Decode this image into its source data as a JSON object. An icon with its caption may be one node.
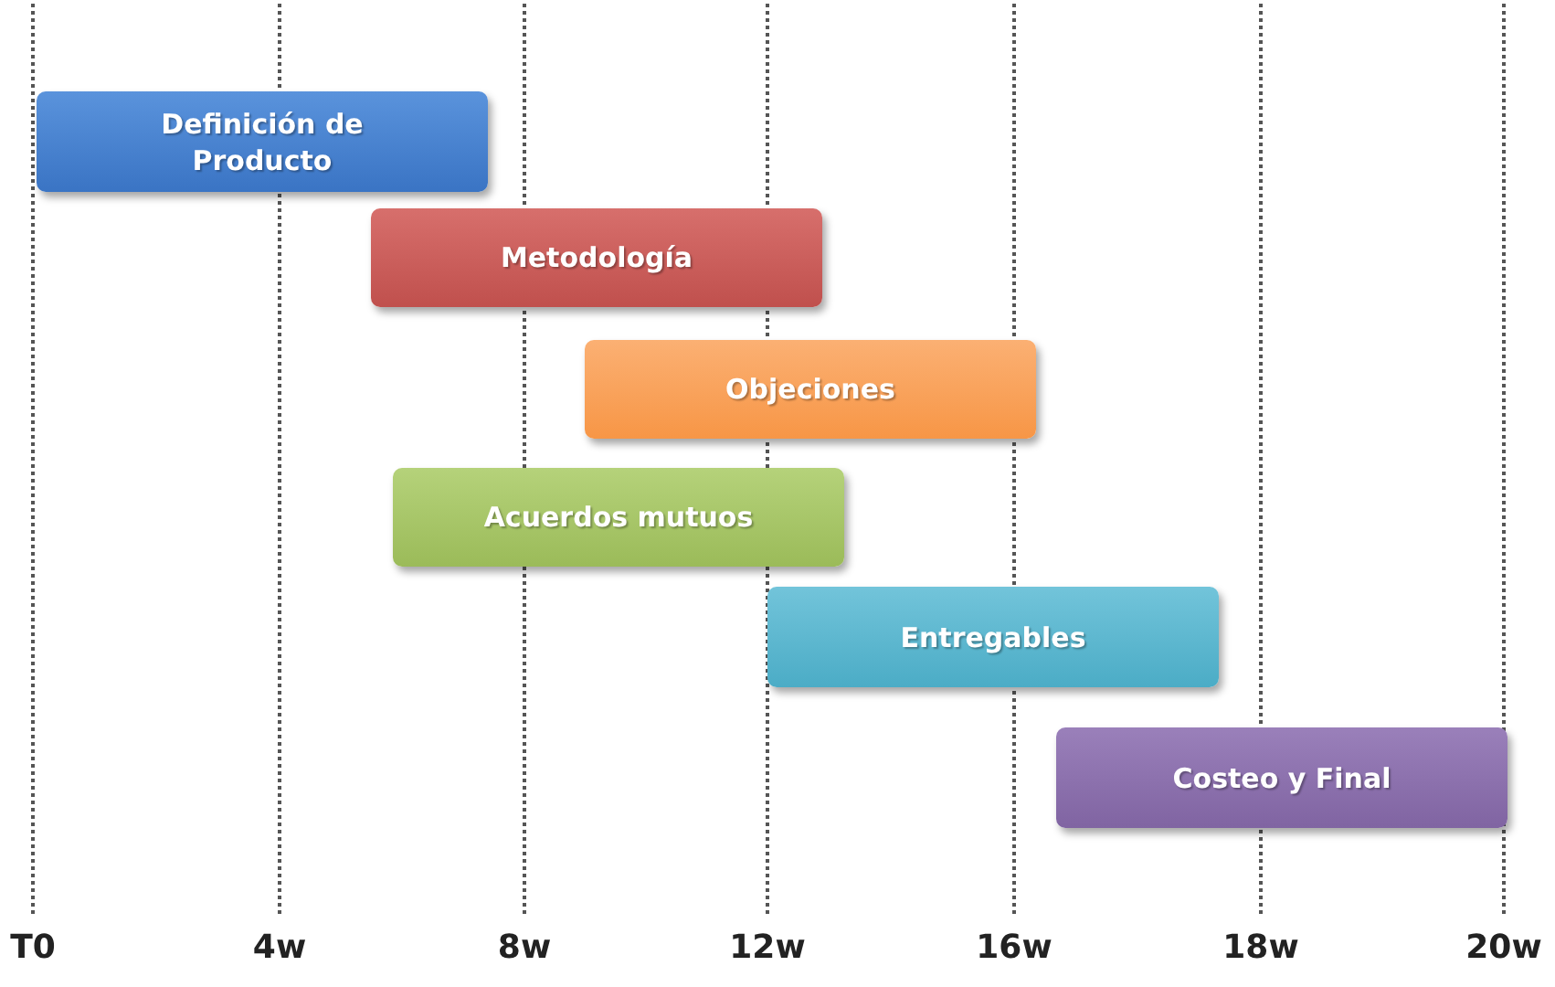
{
  "diagram": {
    "nodes": [
      {
        "text": [
          "Definición de Producto"
        ]
      },
      {
        "text": [
          "Metodología"
        ]
      },
      {
        "text": [
          "Objeciones"
        ]
      },
      {
        "text": [
          "Acuerdos mutuos"
        ]
      },
      {
        "text": [
          "Entregables"
        ]
      },
      {
        "text": [
          "Costeo y Final"
        ]
      }
    ],
    "labels": [
      "T0",
      "4w",
      "8w",
      "12w",
      "16w",
      "18w",
      "20w"
    ]
  }
}
